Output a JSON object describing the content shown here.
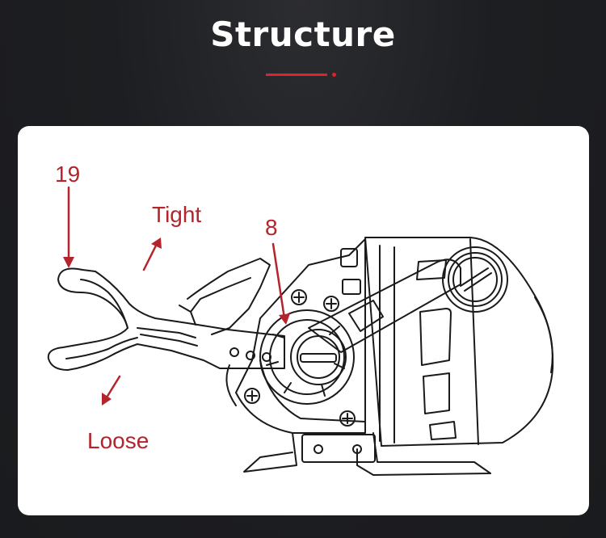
{
  "header": {
    "title": "Structure"
  },
  "diagram": {
    "labels": {
      "part_19": "19",
      "part_8": "8",
      "tight": "Tight",
      "loose": "Loose"
    }
  },
  "colors": {
    "background": "#1d1e21",
    "title": "#ffffff",
    "accent": "#e0232b",
    "label": "#b5242c",
    "card": "#ffffff",
    "line_art": "#1a1a1a"
  }
}
